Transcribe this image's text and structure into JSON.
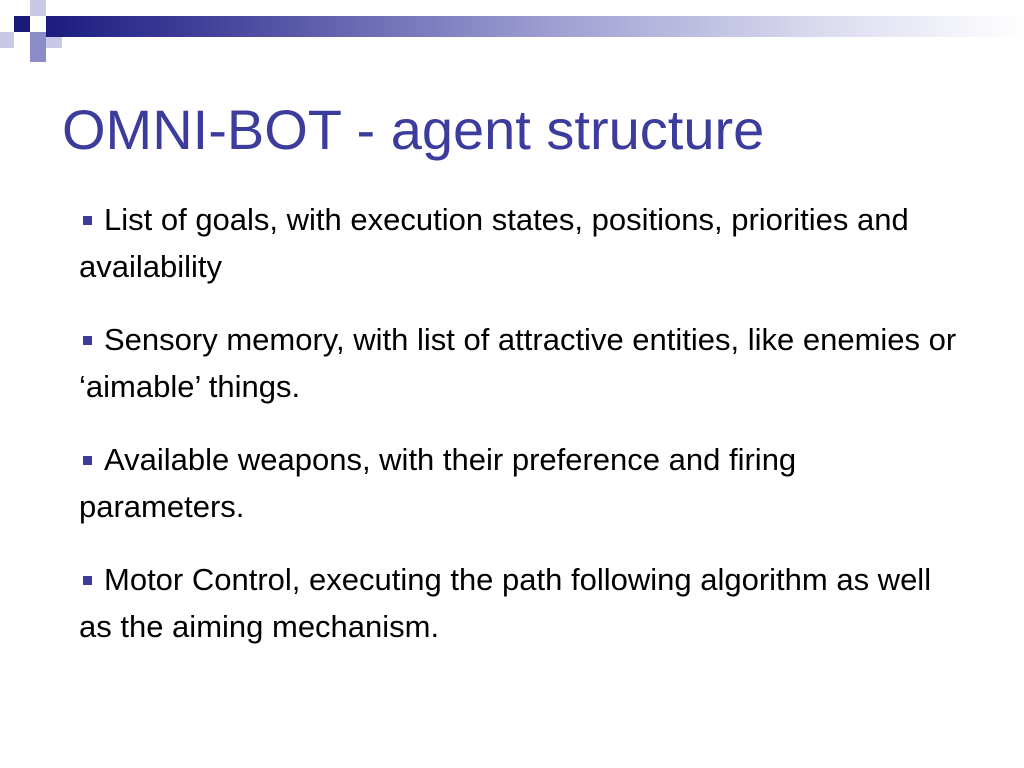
{
  "slide": {
    "title": "OMNI-BOT - agent structure",
    "bullets": [
      {
        "text": "List of goals, with execution states, positions, priorities and availability"
      },
      {
        "text": "Sensory memory, with list of attractive entities, like enemies or ‘aimable’ things."
      },
      {
        "text": "Available weapons, with their preference and firing parameters."
      },
      {
        "text": "Motor Control, executing the path following algorithm as well as the aiming mechanism."
      }
    ],
    "colors": {
      "title": "#3c3c9c",
      "bullet_marker": "#3c3c9c",
      "accent_dark": "#1a1a7a",
      "text": "#000000"
    },
    "icons": {
      "bullet_marker": "square-bullet-icon"
    }
  }
}
